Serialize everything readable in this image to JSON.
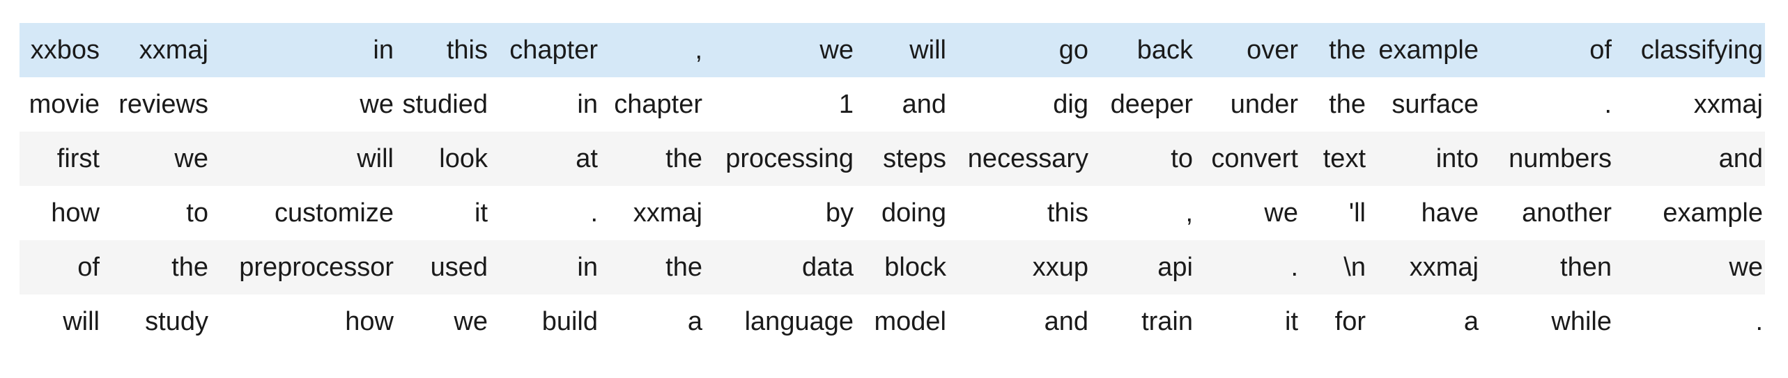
{
  "colors": {
    "highlight_row_bg": "#d5e8f7",
    "stripe_row_bg": "#f5f5f5",
    "plain_row_bg": "#ffffff",
    "text": "#1a1a1a"
  },
  "table": {
    "kind": "tokenized-text-batch",
    "num_rows": 6,
    "num_cols": 15,
    "highlighted_row_index": 0,
    "rows": [
      [
        "xxbos",
        "xxmaj",
        "in",
        "this",
        "chapter",
        ",",
        "we",
        "will",
        "go",
        "back",
        "over",
        "the",
        "example",
        "of",
        "classifying"
      ],
      [
        "movie",
        "reviews",
        "we",
        "studied",
        "in",
        "chapter",
        "1",
        "and",
        "dig",
        "deeper",
        "under",
        "the",
        "surface",
        ".",
        "xxmaj"
      ],
      [
        "first",
        "we",
        "will",
        "look",
        "at",
        "the",
        "processing",
        "steps",
        "necessary",
        "to",
        "convert",
        "text",
        "into",
        "numbers",
        "and"
      ],
      [
        "how",
        "to",
        "customize",
        "it",
        ".",
        "xxmaj",
        "by",
        "doing",
        "this",
        ",",
        "we",
        "'ll",
        "have",
        "another",
        "example"
      ],
      [
        "of",
        "the",
        "preprocessor",
        "used",
        "in",
        "the",
        "data",
        "block",
        "xxup",
        "api",
        ".",
        "\\n",
        "xxmaj",
        "then",
        "we"
      ],
      [
        "will",
        "study",
        "how",
        "we",
        "build",
        "a",
        "language",
        "model",
        "and",
        "train",
        "it",
        "for",
        "a",
        "while",
        "."
      ]
    ]
  }
}
